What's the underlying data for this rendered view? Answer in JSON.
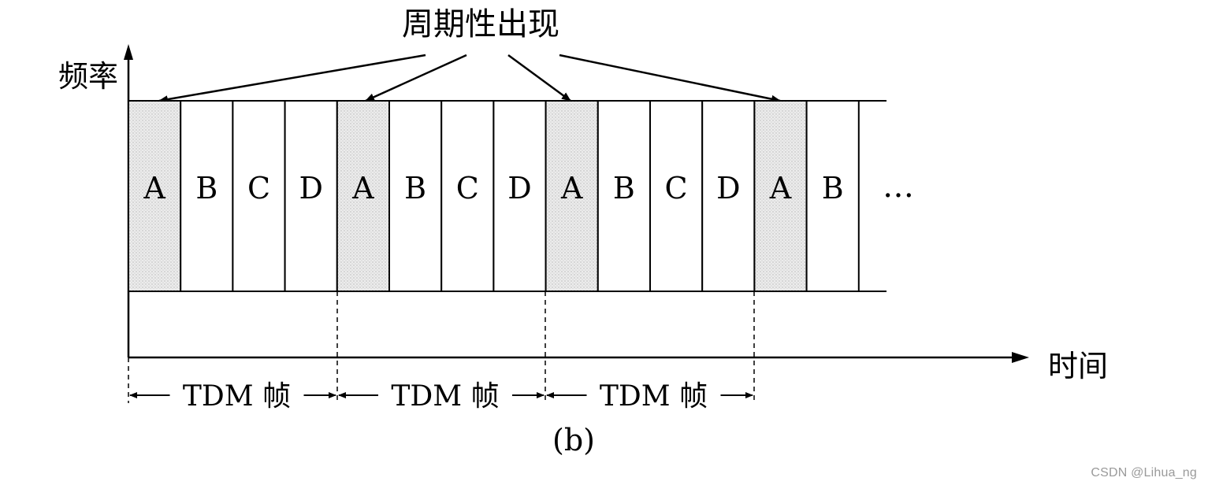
{
  "annotation": {
    "text": "周期性出现"
  },
  "axes": {
    "y_label": "频率",
    "x_label": "时间"
  },
  "slots": [
    "A",
    "B",
    "C",
    "D",
    "A",
    "B",
    "C",
    "D",
    "A",
    "B",
    "C",
    "D",
    "A",
    "B"
  ],
  "highlighted_letter": "A",
  "continuation": "…",
  "frames": [
    {
      "label": "TDM 帧"
    },
    {
      "label": "TDM 帧"
    },
    {
      "label": "TDM 帧"
    }
  ],
  "caption": "(b)",
  "watermark": "CSDN @Lihua_ng",
  "colors": {
    "line": "#000000",
    "highlight_fill": "#dcdcdc",
    "background": "#ffffff"
  }
}
